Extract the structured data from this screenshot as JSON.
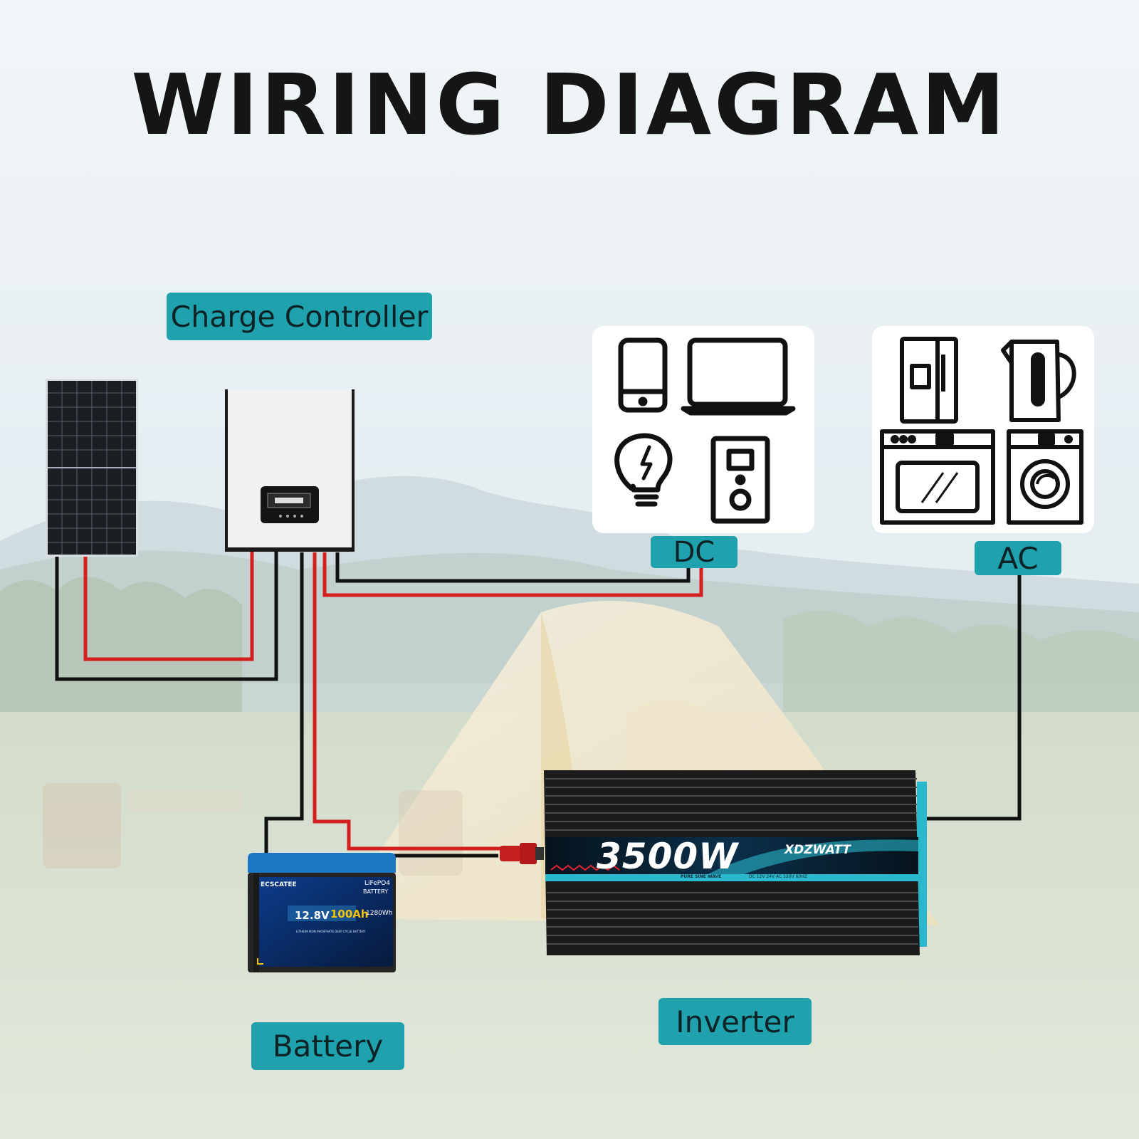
{
  "title": "WIRING DIAGRAM",
  "labels": {
    "charge_controller": "Charge Controller",
    "dc": "DC",
    "ac": "AC",
    "battery": "Battery",
    "inverter": "Inverter"
  },
  "inverter": {
    "wattage": "3500W",
    "brand": "XDZWATT",
    "subtitle": "PURE SINE WAVE",
    "spec": "DC 12V  24V  AC 120V  60HZ"
  },
  "battery": {
    "brand": "ECSCATEE",
    "chem": "LiFePO4",
    "chem2": "BATTERY",
    "voltage": "12.8V",
    "capacity": "100Ah",
    "energy": "1280Wh",
    "footer": "LITHIUM IRON PHOSPHATE DEEP CYCLE BATTERY"
  },
  "dc_loads": [
    "smartphone-icon",
    "laptop-icon",
    "light-bulb-icon",
    "speaker-icon"
  ],
  "ac_loads": [
    "refrigerator-icon",
    "kettle-icon",
    "oven-icon",
    "washing-machine-icon"
  ],
  "colors": {
    "label_bg": "#1fa1ae",
    "positive_wire": "#d41f1f",
    "negative_wire": "#111111",
    "inverter_accent": "#2ab8cc"
  }
}
